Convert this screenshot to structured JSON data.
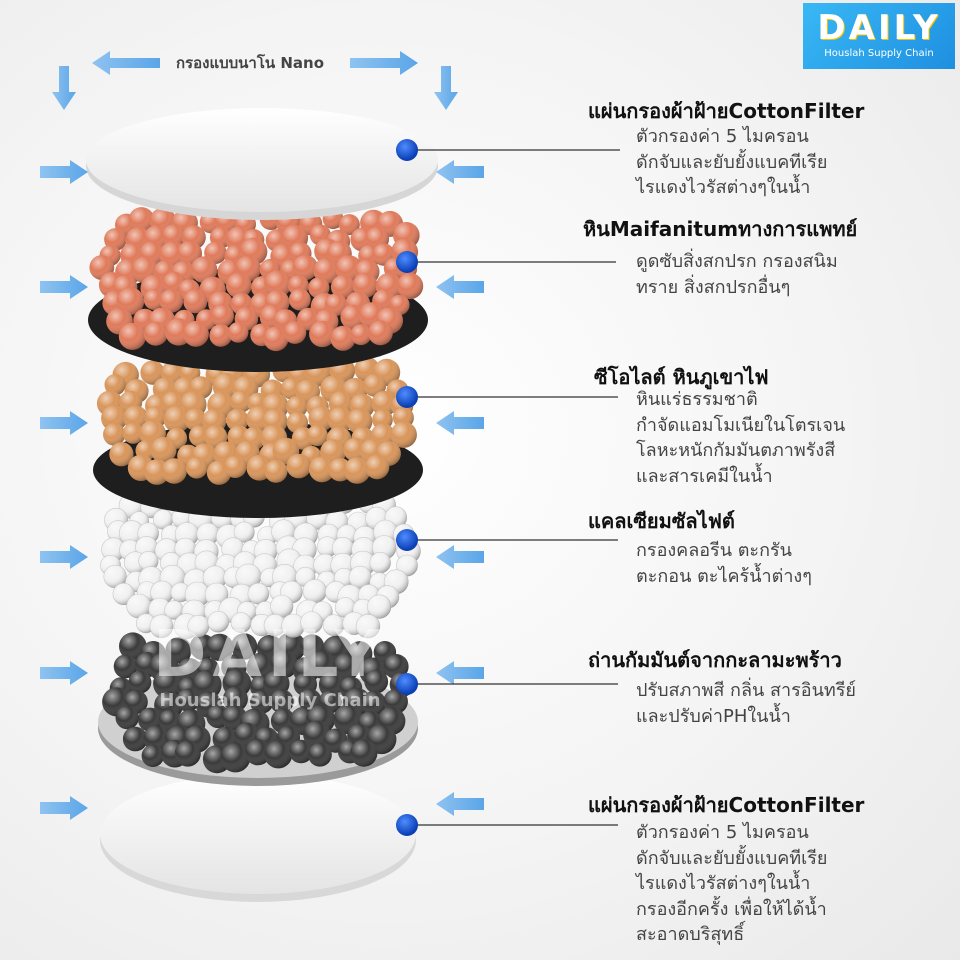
{
  "brand": {
    "logo_text": "DAILY",
    "logo_subtitle": "Houslah Supply Chain",
    "primary_color": "#2a9be8",
    "accent_color": "#f5c000"
  },
  "top_label": "กรองแบบนาโน Nano",
  "watermark": {
    "text": "DAILY",
    "subtitle": "Houslah Supply Chain"
  },
  "layers": [
    {
      "title": "แผ่นกรองผ้าฝ้ายCottonFilter",
      "description": "ตัวกรองค่า 5 ไมครอน\nดักจับและยับยั้งแบคทีเรีย\nไรแดงไวรัสต่างๆในน้ำ",
      "material": "cotton-pad"
    },
    {
      "title": "หินMaifanitumทางการแพทย์",
      "description": "ดูดซับสิ่งสกปรก กรองสนิม\nทราย สิ่งสกปรกอื่นๆ",
      "material": "maifanitum-beads",
      "color": "#e07a5a"
    },
    {
      "title": "ซีโอไลต์ หินภูเขาไฟ",
      "description": "หินแร่ธรรมชาติ\nกำจัดแอมโมเนียในโตรเจน\nโลหะหนักกัมมันตภาพรังสี\nและสารเคมีในน้ำ",
      "material": "zeolite-beads",
      "color": "#d9955a"
    },
    {
      "title": "แคลเซียมซัลไฟต์",
      "description": "กรองคลอรีน ตะกรัน\nตะกอน ตะไคร้น้ำต่างๆ",
      "material": "calcium-sulfite-beads",
      "color": "#f2f2f2"
    },
    {
      "title": "ถ่านกัมมันต์จากกะลามะพร้าว",
      "description": "ปรับสภาพสี กลิ่น สารอินทรีย์\nและปรับค่าPHในน้ำ",
      "material": "coconut-carbon-beads",
      "color": "#3a3a3a"
    },
    {
      "title": "แผ่นกรองผ้าฝ้ายCottonFilter",
      "description": "ตัวกรองค่า 5 ไมครอน\nดักจับและยับยั้งแบคทีเรีย\nไรแดงไวรัสต่างๆในน้ำ\nกรองอีกครั้ง เพื่อให้ได้น้ำ\nสะอาดบริสุทธิ์",
      "material": "cotton-pad"
    }
  ]
}
